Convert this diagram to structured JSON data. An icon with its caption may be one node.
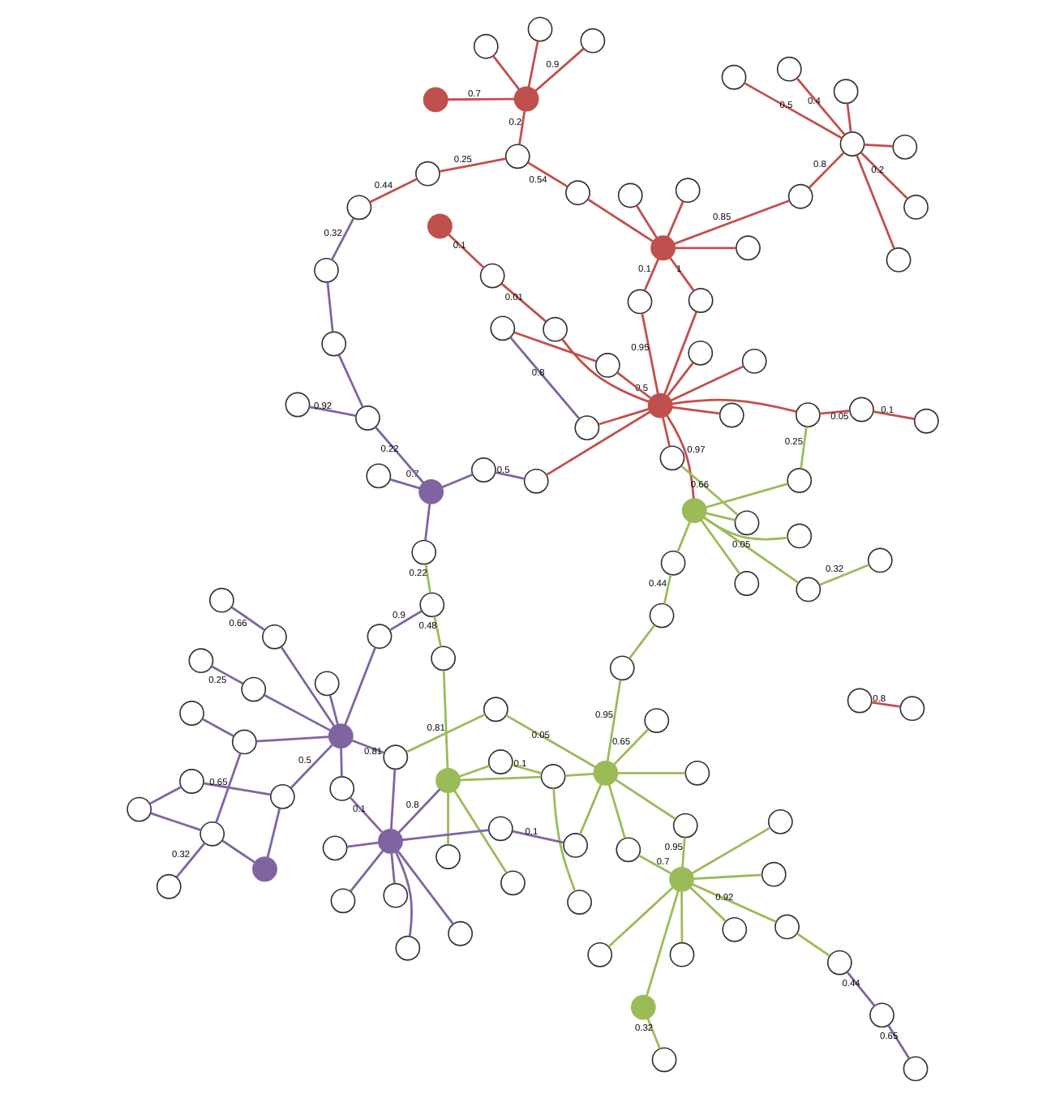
{
  "diagram": {
    "nodes": [
      {
        "text": [],
        "shape": "circle"
      },
      {
        "text": [],
        "shape": "circle"
      },
      {
        "text": [],
        "shape": "circle"
      },
      {
        "text": [],
        "shape": "circle"
      },
      {
        "text": [],
        "shape": "circle"
      },
      {
        "text": [],
        "shape": "circle"
      },
      {
        "text": [],
        "shape": "circle"
      },
      {
        "text": [],
        "shape": "circle"
      },
      {
        "text": [],
        "shape": "circle"
      },
      {
        "text": [],
        "shape": "circle"
      },
      {
        "text": [],
        "shape": "circle"
      },
      {
        "text": [],
        "shape": "circle",
        "beside": [
          "0.7"
        ]
      },
      {
        "text": [],
        "shape": "circle"
      },
      {
        "text": [],
        "shape": "circle"
      },
      {
        "text": [],
        "shape": "circle"
      },
      {
        "text": [],
        "shape": "circle"
      },
      {
        "text": [],
        "shape": "circle"
      },
      {
        "text": [],
        "shape": "circle"
      },
      {
        "text": [],
        "shape": "circle"
      },
      {
        "text": [],
        "shape": "circle"
      },
      {
        "text": [],
        "shape": "circle"
      },
      {
        "text": [],
        "shape": "circle"
      },
      {
        "text": [],
        "shape": "circle"
      },
      {
        "text": [],
        "shape": "circle"
      },
      {
        "text": [],
        "shape": "circle"
      },
      {
        "text": [],
        "shape": "circle"
      },
      {
        "text": [],
        "shape": "circle"
      },
      {
        "text": [],
        "shape": "circle"
      },
      {
        "text": [],
        "shape": "circle"
      },
      {
        "text": [],
        "shape": "circle"
      },
      {
        "text": [],
        "shape": "circle"
      },
      {
        "text": [],
        "shape": "circle"
      },
      {
        "text": [],
        "shape": "circle"
      },
      {
        "text": [],
        "shape": "circle"
      },
      {
        "text": [],
        "shape": "circle"
      },
      {
        "text": [],
        "shape": "circle"
      },
      {
        "text": [],
        "shape": "circle"
      },
      {
        "text": [],
        "shape": "circle"
      },
      {
        "text": [],
        "shape": "circle"
      },
      {
        "text": [],
        "shape": "circle"
      },
      {
        "text": [],
        "shape": "circle"
      },
      {
        "text": [],
        "shape": "circle"
      },
      {
        "text": [],
        "shape": "circle"
      },
      {
        "text": [],
        "shape": "circle"
      },
      {
        "text": [],
        "shape": "circle"
      },
      {
        "text": [],
        "shape": "circle"
      },
      {
        "text": [],
        "shape": "circle"
      },
      {
        "text": [],
        "shape": "circle"
      },
      {
        "text": [],
        "shape": "circle",
        "beside": [
          "0.5"
        ]
      },
      {
        "text": [],
        "shape": "circle"
      },
      {
        "text": [],
        "shape": "circle"
      },
      {
        "text": [],
        "shape": "circle"
      },
      {
        "text": [],
        "shape": "circle"
      },
      {
        "text": [],
        "shape": "circle"
      },
      {
        "text": [],
        "shape": "circle"
      },
      {
        "text": [],
        "shape": "circle"
      },
      {
        "text": [],
        "shape": "circle"
      },
      {
        "text": [],
        "shape": "circle"
      },
      {
        "text": [],
        "shape": "circle"
      },
      {
        "text": [],
        "shape": "circle"
      },
      {
        "text": [],
        "shape": "circle"
      },
      {
        "text": [],
        "shape": "circle"
      },
      {
        "text": [],
        "shape": "circle"
      },
      {
        "text": [],
        "shape": "circle"
      },
      {
        "text": [],
        "shape": "circle"
      },
      {
        "text": [],
        "shape": "circle"
      },
      {
        "text": [],
        "shape": "circle"
      },
      {
        "text": [],
        "shape": "circle"
      },
      {
        "text": [],
        "shape": "circle"
      },
      {
        "text": [],
        "shape": "circle"
      },
      {
        "text": [],
        "shape": "circle"
      },
      {
        "text": [],
        "shape": "circle"
      },
      {
        "text": [],
        "shape": "circle"
      },
      {
        "text": [],
        "shape": "circle"
      },
      {
        "text": [],
        "shape": "circle"
      },
      {
        "text": [],
        "shape": "circle"
      },
      {
        "text": [],
        "shape": "circle"
      },
      {
        "text": [],
        "shape": "circle",
        "beside": [
          "0.7"
        ]
      },
      {
        "text": [],
        "shape": "circle"
      },
      {
        "text": [],
        "shape": "circle"
      },
      {
        "text": [],
        "shape": "circle"
      },
      {
        "text": [],
        "shape": "circle"
      },
      {
        "text": [],
        "shape": "circle"
      },
      {
        "text": [],
        "shape": "circle"
      },
      {
        "text": [],
        "shape": "circle"
      },
      {
        "text": [],
        "shape": "circle"
      },
      {
        "text": [],
        "shape": "circle"
      },
      {
        "text": [],
        "shape": "circle"
      },
      {
        "text": [],
        "shape": "circle"
      },
      {
        "text": [],
        "shape": "circle"
      },
      {
        "text": [],
        "shape": "circle"
      },
      {
        "text": [],
        "shape": "circle"
      },
      {
        "text": [],
        "shape": "circle"
      },
      {
        "text": [],
        "shape": "circle"
      },
      {
        "text": [],
        "shape": "circle"
      },
      {
        "text": [],
        "shape": "circle"
      },
      {
        "text": [],
        "shape": "circle"
      },
      {
        "text": [],
        "shape": "circle"
      },
      {
        "text": [],
        "shape": "circle"
      },
      {
        "text": [],
        "shape": "circle"
      },
      {
        "text": [],
        "shape": "circle"
      },
      {
        "text": [],
        "shape": "circle"
      },
      {
        "text": [],
        "shape": "circle"
      },
      {
        "text": [],
        "shape": "circle"
      },
      {
        "text": [],
        "shape": "circle"
      },
      {
        "text": [],
        "shape": "circle"
      },
      {
        "text": [],
        "shape": "circle"
      },
      {
        "text": [],
        "shape": "circle"
      },
      {
        "text": [],
        "shape": "circle"
      }
    ],
    "edges": [
      {
        "from": 0,
        "to": 3,
        "arrow": "none",
        "label": "0.32"
      },
      {
        "from": 1,
        "to": 4,
        "arrow": "none",
        "label": "0.44"
      },
      {
        "from": 1,
        "to": 7,
        "arrow": "none"
      },
      {
        "from": 2,
        "to": 16,
        "arrow": "none",
        "label": "0.65"
      },
      {
        "from": 3,
        "to": 10,
        "arrow": "none",
        "label": "0.05"
      },
      {
        "from": 4,
        "to": 10,
        "arrow": "none"
      },
      {
        "from": 10,
        "to": 9,
        "arrow": "none"
      },
      {
        "from": 10,
        "to": 17,
        "arrow": "none"
      },
      {
        "from": 10,
        "to": 22,
        "arrow": "none"
      },
      {
        "from": 10,
        "to": 26,
        "arrow": "none"
      },
      {
        "from": 9,
        "to": 40,
        "arrow": "none",
        "label": "0.25"
      },
      {
        "from": 26,
        "to": 49,
        "arrow": "none",
        "label": "0.66"
      },
      {
        "from": 11,
        "to": 5,
        "arrow": "none"
      },
      {
        "from": 11,
        "to": 6,
        "arrow": "none"
      },
      {
        "from": 11,
        "to": 14,
        "arrow": "none",
        "label": "0.92"
      },
      {
        "from": 11,
        "to": 8,
        "arrow": "none",
        "label": "0.95"
      },
      {
        "from": 11,
        "to": 15,
        "arrow": "none"
      },
      {
        "from": 11,
        "to": 23,
        "arrow": "none"
      },
      {
        "from": 11,
        "to": 21,
        "arrow": "none"
      },
      {
        "from": 11,
        "to": 18,
        "arrow": "none"
      },
      {
        "from": 11,
        "to": 28,
        "arrow": "none"
      },
      {
        "from": 16,
        "to": 8,
        "arrow": "none"
      },
      {
        "from": 16,
        "to": 7,
        "arrow": "none",
        "label": "0.95"
      },
      {
        "from": 16,
        "to": 12,
        "arrow": "none"
      },
      {
        "from": 16,
        "to": 18,
        "arrow": "none"
      },
      {
        "from": 16,
        "to": 19,
        "arrow": "none"
      },
      {
        "from": 16,
        "to": 25,
        "arrow": "none"
      },
      {
        "from": 16,
        "to": 24,
        "arrow": "none",
        "label": "0.05"
      },
      {
        "from": 19,
        "to": 20,
        "arrow": "none"
      },
      {
        "from": 19,
        "to": 27,
        "arrow": "none"
      },
      {
        "from": 19,
        "to": 13,
        "arrow": "none",
        "label": "0.1"
      },
      {
        "from": 13,
        "to": 27,
        "arrow": "none"
      },
      {
        "from": 27,
        "to": 30,
        "arrow": "none"
      },
      {
        "from": 27,
        "to": 31,
        "arrow": "none"
      },
      {
        "from": 27,
        "to": 68,
        "arrow": "none"
      },
      {
        "from": 68,
        "to": 69,
        "arrow": "none",
        "label": "0.48"
      },
      {
        "from": 69,
        "to": 70,
        "arrow": "none",
        "label": "0.22"
      },
      {
        "from": 28,
        "to": 74,
        "arrow": "none",
        "label": "0.32"
      },
      {
        "from": 14,
        "to": 106,
        "arrow": "none"
      },
      {
        "from": 24,
        "to": 76,
        "arrow": "none",
        "label": "0.81"
      },
      {
        "from": 10,
        "to": 48,
        "arrow": "none",
        "label": "0.97",
        "color": "#c0504d"
      },
      {
        "from": 29,
        "to": 48,
        "arrow": "none",
        "color": "#c0504d"
      },
      {
        "from": 32,
        "to": 33,
        "arrow": "none",
        "label": "0.1",
        "color": "#c0504d"
      },
      {
        "from": 34,
        "to": 37,
        "arrow": "none",
        "label": "0.1",
        "color": "#c0504d"
      },
      {
        "from": 34,
        "to": 40,
        "arrow": "none",
        "label": "0.05",
        "color": "#c0504d"
      },
      {
        "from": 32,
        "to": 41,
        "arrow": "none",
        "label": "0.01",
        "color": "#c0504d"
      },
      {
        "from": 35,
        "to": 36,
        "arrow": "none",
        "label": "0.8",
        "color": "#c0504d"
      },
      {
        "from": 48,
        "to": 40,
        "arrow": "none",
        "color": "#c0504d"
      },
      {
        "from": 48,
        "to": 41,
        "arrow": "none",
        "color": "#c0504d"
      },
      {
        "from": 48,
        "to": 43,
        "arrow": "none",
        "label": "0.95",
        "color": "#c0504d"
      },
      {
        "from": 48,
        "to": 49,
        "arrow": "none",
        "color": "#c0504d"
      },
      {
        "from": 48,
        "to": 50,
        "arrow": "none",
        "color": "#c0504d"
      },
      {
        "from": 48,
        "to": 53,
        "arrow": "none",
        "color": "#c0504d"
      },
      {
        "from": 53,
        "to": 52,
        "arrow": "none",
        "label": "1",
        "color": "#c0504d"
      },
      {
        "from": 48,
        "to": 57,
        "arrow": "none",
        "color": "#c0504d"
      },
      {
        "from": 48,
        "to": 58,
        "arrow": "none",
        "color": "#c0504d"
      },
      {
        "from": 48,
        "to": 63,
        "arrow": "none",
        "color": "#c0504d"
      },
      {
        "from": 48,
        "to": 64,
        "arrow": "none",
        "color": "#c0504d"
      },
      {
        "from": 43,
        "to": 52,
        "arrow": "none",
        "label": "0.1",
        "color": "#c0504d"
      },
      {
        "from": 42,
        "to": 52,
        "arrow": "none",
        "color": "#c0504d"
      },
      {
        "from": 46,
        "to": 52,
        "arrow": "none",
        "color": "#c0504d"
      },
      {
        "from": 52,
        "to": 59,
        "arrow": "none",
        "color": "#c0504d"
      },
      {
        "from": 52,
        "to": 60,
        "arrow": "none",
        "color": "#c0504d"
      },
      {
        "from": 52,
        "to": 47,
        "arrow": "none",
        "label": "0.85",
        "color": "#c0504d"
      },
      {
        "from": 47,
        "to": 45,
        "arrow": "none",
        "label": "0.8",
        "color": "#c0504d"
      },
      {
        "from": 45,
        "to": 38,
        "arrow": "none",
        "label": "0.2",
        "color": "#c0504d"
      },
      {
        "from": 45,
        "to": 39,
        "arrow": "none",
        "color": "#c0504d"
      },
      {
        "from": 45,
        "to": 44,
        "arrow": "none",
        "label": "0.4",
        "color": "#c0504d"
      },
      {
        "from": 45,
        "to": 56,
        "arrow": "none",
        "color": "#c0504d"
      },
      {
        "from": 45,
        "to": 61,
        "arrow": "none",
        "label": "0.5",
        "color": "#c0504d"
      },
      {
        "from": 45,
        "to": 51,
        "arrow": "none",
        "color": "#c0504d"
      },
      {
        "from": 62,
        "to": 54,
        "arrow": "none",
        "color": "#c0504d"
      },
      {
        "from": 62,
        "to": 55,
        "arrow": "none",
        "color": "#c0504d"
      },
      {
        "from": 62,
        "to": 66,
        "arrow": "none",
        "label": "0.9",
        "color": "#c0504d"
      },
      {
        "from": 62,
        "to": 67,
        "arrow": "none",
        "label": "0.7",
        "color": "#c0504d"
      },
      {
        "from": 62,
        "to": 65,
        "arrow": "none",
        "label": "0.2",
        "color": "#c0504d"
      },
      {
        "from": 59,
        "to": 65,
        "arrow": "none",
        "label": "0.54",
        "color": "#c0504d"
      },
      {
        "from": 65,
        "to": 93,
        "arrow": "none",
        "label": "0.25",
        "color": "#c0504d"
      },
      {
        "from": 81,
        "to": 93,
        "arrow": "none",
        "label": "0.44",
        "color": "#c0504d"
      },
      {
        "from": 86,
        "to": 63,
        "arrow": "none",
        "color": "#c0504d"
      },
      {
        "from": 86,
        "to": 64,
        "arrow": "none",
        "label": "0.8",
        "color": "#8064a2"
      },
      {
        "from": 25,
        "to": 83,
        "arrow": "none",
        "label": "0.1",
        "color": "#8064a2"
      },
      {
        "from": 69,
        "to": 78,
        "arrow": "none",
        "label": "0.9",
        "color": "#8064a2"
      },
      {
        "from": 70,
        "to": 77,
        "arrow": "none",
        "color": "#8064a2"
      },
      {
        "from": 71,
        "to": 58,
        "arrow": "none",
        "label": "0.5",
        "color": "#8064a2"
      },
      {
        "from": 71,
        "to": 77,
        "arrow": "none",
        "color": "#8064a2"
      },
      {
        "from": 72,
        "to": 77,
        "arrow": "none",
        "color": "#8064a2"
      },
      {
        "from": 77,
        "to": 95,
        "arrow": "none",
        "label": "0.22",
        "color": "#8064a2"
      },
      {
        "from": 79,
        "to": 103,
        "arrow": "none",
        "color": "#8064a2"
      },
      {
        "from": 79,
        "to": 92,
        "arrow": "none",
        "color": "#8064a2"
      },
      {
        "from": 92,
        "to": 101,
        "arrow": "none",
        "color": "#8064a2"
      },
      {
        "from": 95,
        "to": 90,
        "arrow": "none",
        "color": "#8064a2"
      },
      {
        "from": 90,
        "to": 80,
        "arrow": "none",
        "color": "#8064a2"
      },
      {
        "from": 80,
        "to": 81,
        "arrow": "none",
        "label": "0.32",
        "color": "#8064a2"
      },
      {
        "from": 95,
        "to": 102,
        "arrow": "none",
        "label": "0.92",
        "color": "#8064a2"
      },
      {
        "from": 82,
        "to": 73,
        "arrow": "none",
        "color": "#8064a2"
      },
      {
        "from": 82,
        "to": 84,
        "arrow": "none",
        "color": "#8064a2"
      },
      {
        "from": 82,
        "to": 91,
        "arrow": "none",
        "color": "#8064a2"
      },
      {
        "from": 82,
        "to": 98,
        "arrow": "none",
        "color": "#8064a2"
      },
      {
        "from": 82,
        "to": 99,
        "arrow": "none",
        "color": "#8064a2"
      },
      {
        "from": 82,
        "to": 83,
        "arrow": "none",
        "color": "#8064a2"
      },
      {
        "from": 82,
        "to": 87,
        "arrow": "none",
        "label": "0.1",
        "color": "#8064a2"
      },
      {
        "from": 82,
        "to": 27,
        "arrow": "none",
        "label": "0.8",
        "color": "#8064a2"
      },
      {
        "from": 82,
        "to": 76,
        "arrow": "none",
        "color": "#8064a2"
      },
      {
        "from": 85,
        "to": 76,
        "arrow": "none",
        "label": "0.81",
        "color": "#8064a2"
      },
      {
        "from": 85,
        "to": 75,
        "arrow": "none",
        "color": "#8064a2"
      },
      {
        "from": 85,
        "to": 87,
        "arrow": "none",
        "color": "#8064a2"
      },
      {
        "from": 85,
        "to": 94,
        "arrow": "none",
        "color": "#8064a2"
      },
      {
        "from": 85,
        "to": 96,
        "arrow": "none",
        "color": "#8064a2"
      },
      {
        "from": 85,
        "to": 88,
        "arrow": "none",
        "color": "#8064a2"
      },
      {
        "from": 85,
        "to": 79,
        "arrow": "none",
        "label": "0.5",
        "color": "#8064a2"
      },
      {
        "from": 85,
        "to": 78,
        "arrow": "none",
        "color": "#8064a2"
      },
      {
        "from": 96,
        "to": 104,
        "arrow": "none",
        "label": "0.25",
        "color": "#8064a2"
      },
      {
        "from": 94,
        "to": 105,
        "arrow": "none",
        "label": "0.66",
        "color": "#8064a2"
      },
      {
        "from": 88,
        "to": 89,
        "arrow": "none",
        "color": "#8064a2"
      },
      {
        "from": 88,
        "to": 97,
        "arrow": "none",
        "label": "0.65",
        "color": "#8064a2"
      },
      {
        "from": 97,
        "to": 100,
        "arrow": "none",
        "label": "0.32",
        "color": "#8064a2"
      },
      {
        "from": 97,
        "to": 103,
        "arrow": "none",
        "color": "#8064a2"
      },
      {
        "from": 97,
        "to": 101,
        "arrow": "none",
        "color": "#8064a2"
      },
      {
        "from": 106,
        "to": 107,
        "arrow": "none",
        "label": "0.44",
        "color": "#8064a2"
      },
      {
        "from": 107,
        "to": 108,
        "arrow": "none",
        "label": "0.65",
        "color": "#8064a2"
      }
    ]
  }
}
